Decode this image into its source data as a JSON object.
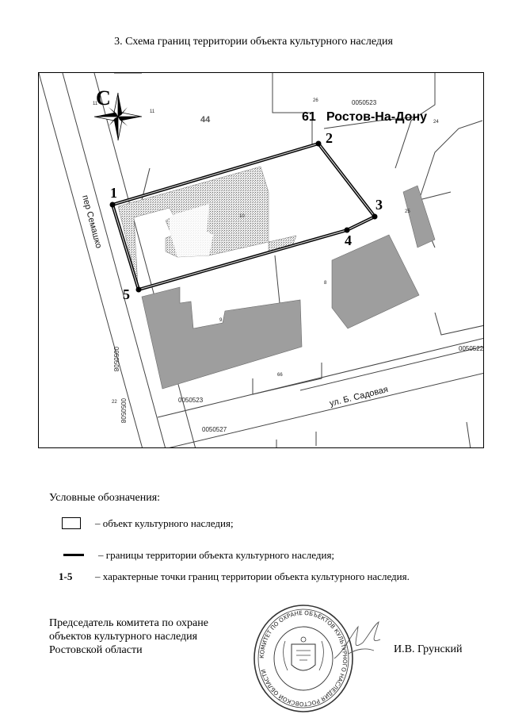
{
  "title": "3. Схема границ территории объекта культурного наследия",
  "map": {
    "compass_label": "С",
    "city_code": "61",
    "city_name": "Ростов-На-Дону",
    "street_semashko": "пер Семашко",
    "street_sadovaya": "ул. Б. Садовая",
    "block_numbers": [
      "44",
      "0050523",
      "0050523",
      "0050527",
      "0050522",
      "0050508",
      "0050508"
    ],
    "parcel_numbers": [
      "11",
      "11",
      "26",
      "24",
      "25",
      "10",
      "8",
      "9",
      "66",
      "22"
    ],
    "points": [
      "1",
      "2",
      "3",
      "4",
      "5"
    ],
    "colors": {
      "building": "#9e9e9e",
      "heritage_fill": "#dcdcdc",
      "boundary": "#000000",
      "road": "#555555"
    }
  },
  "legend": {
    "title": "Условные обозначения:",
    "items": [
      {
        "symbol": "box",
        "text": "– объект культурного наследия;"
      },
      {
        "symbol": "line",
        "text": "– границы территории объекта культурного наследия;"
      },
      {
        "symbol": "key",
        "key": "1-5",
        "text": "– характерные точки границ территории объекта культурного наследия."
      }
    ]
  },
  "signature": {
    "position_line1": "Председатель комитета по охране",
    "position_line2": "объектов культурного наследия",
    "position_line3": "Ростовской области",
    "name": "И.В. Грунский",
    "seal_text": "КОМИТЕТ ПО ОХРАНЕ ОБЪЕКТОВ КУЛЬТУРНОГО НАСЛЕДИЯ РОСТОВСКОЙ ОБЛАСТИ"
  }
}
